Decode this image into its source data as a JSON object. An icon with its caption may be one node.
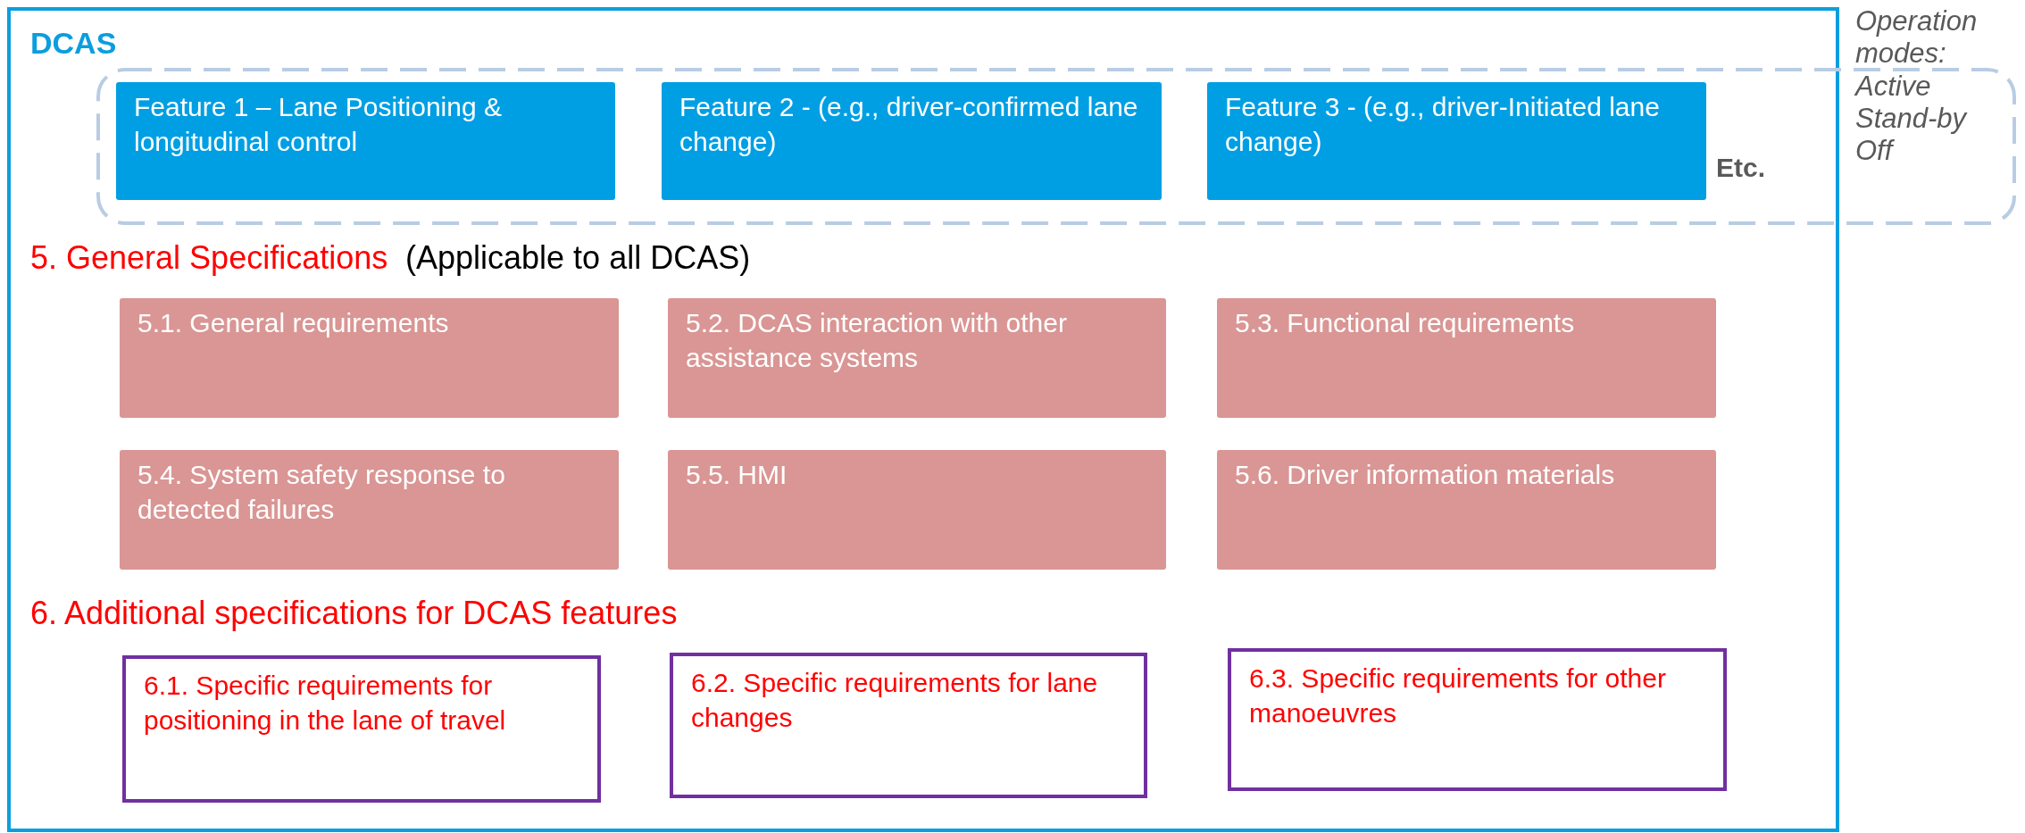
{
  "diagram": {
    "nodes": [
      {
        "text": [
          "DCAS",
          "5. General Specifications",
          "(Applicable to all DCAS)",
          "6. Additional specifications for DCAS features"
        ]
      },
      {
        "text": [
          "Etc.",
          "Operation modes: Active Stand-by Off"
        ]
      },
      {
        "text": [
          "Feature 1 – Lane Positioning & longitudinal control"
        ],
        "in": 1
      },
      {
        "text": [
          "Feature 2 - (e.g., driver-confirmed lane change)"
        ],
        "in": 1
      },
      {
        "text": [
          "Feature 3 - (e.g., driver-Initiated lane change)"
        ],
        "in": 1
      },
      {
        "text": [
          "5.1. General requirements"
        ],
        "in": 0
      },
      {
        "text": [
          "5.2. DCAS interaction with other assistance systems"
        ],
        "in": 0
      },
      {
        "text": [
          "5.3. Functional requirements"
        ],
        "in": 0
      },
      {
        "text": [
          "5.4. System safety response to detected failures"
        ],
        "in": 0
      },
      {
        "text": [
          "5.5. HMI"
        ],
        "in": 0
      },
      {
        "text": [
          "5.6. Driver information materials"
        ],
        "in": 0
      },
      {
        "text": [
          "6.1. Specific requirements for positioning in the lane of travel"
        ],
        "in": 0
      },
      {
        "text": [
          "6.2. Specific requirements for lane changes"
        ],
        "in": 0
      },
      {
        "text": [
          "6.3. Specific requirements for other manoeuvres"
        ],
        "in": 0
      }
    ],
    "edges": []
  }
}
